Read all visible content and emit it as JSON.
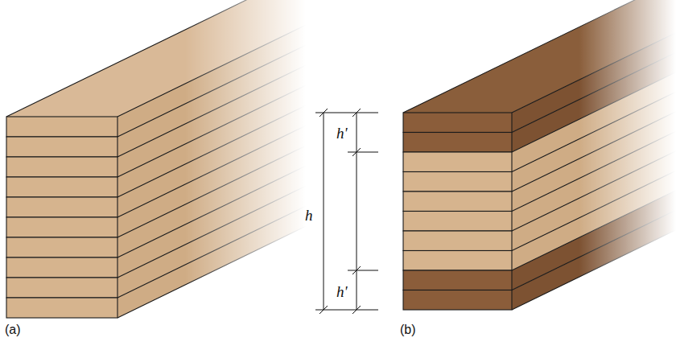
{
  "diagram": {
    "labels": [
      "h'",
      "h",
      "h'",
      "(a)",
      "(b)"
    ]
  }
}
